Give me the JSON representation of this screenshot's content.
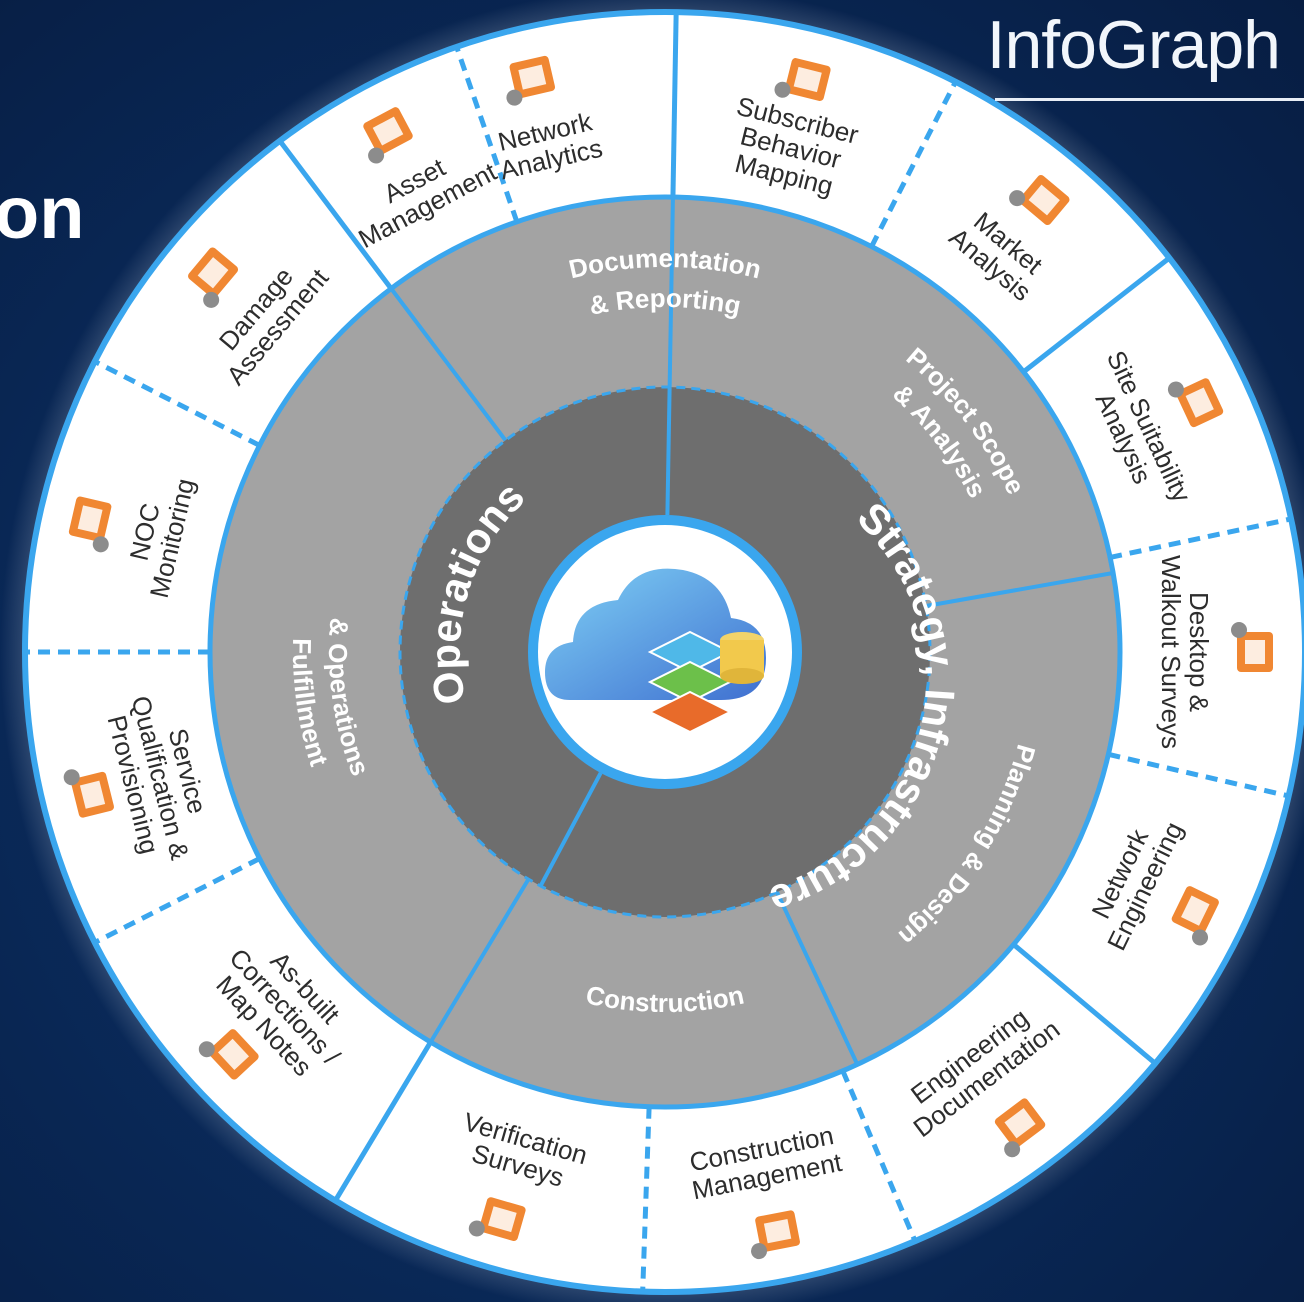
{
  "brand": {
    "name": "InfoGraph"
  },
  "heading_fragment": "on",
  "inner_ring": [
    {
      "label": "Operations"
    },
    {
      "label": "Strategy, Infrastructure"
    }
  ],
  "middle_ring": [
    {
      "label": "Documentation & Reporting"
    },
    {
      "label": "Project Scope & Analysis"
    },
    {
      "label": "Planning & Design"
    },
    {
      "label": "Construction"
    },
    {
      "label": "Fulfillment & Operations"
    }
  ],
  "outer_ring": [
    {
      "label": "Network Analytics",
      "icon": "network-analytics-icon"
    },
    {
      "label": "Subscriber Behavior Mapping",
      "icon": "heatmap-icon"
    },
    {
      "label": "Market Analysis",
      "icon": "presentation-icon"
    },
    {
      "label": "Site Suitability Analysis",
      "icon": "tower-icon"
    },
    {
      "label": "Desktop & Walkout Surveys",
      "icon": "survey-desk-icon"
    },
    {
      "label": "Network Engineering",
      "icon": "engineer-desk-icon"
    },
    {
      "label": "Engineering Documentation",
      "icon": "blueprint-icon"
    },
    {
      "label": "Construction Management",
      "icon": "construction-worker-icon"
    },
    {
      "label": "Verification Surveys",
      "icon": "tablet-icon"
    },
    {
      "label": "As-built Corrections / Map Notes",
      "icon": "team-tablet-icon"
    },
    {
      "label": "Service Qualification & Provisioning",
      "icon": "house-icon"
    },
    {
      "label": "NOC Monitoring",
      "icon": "monitoring-icon"
    },
    {
      "label": "Damage Assessment",
      "icon": "storm-icon"
    },
    {
      "label": "Asset Management",
      "icon": "cable-icon"
    }
  ],
  "colors": {
    "background": "#0a2b5c",
    "ring_border": "#3aa6ee",
    "outer_fill": "#ffffff",
    "middle_fill": "#a3a3a3",
    "inner_fill": "#6e6e6e",
    "accent": "#ee7a1c"
  },
  "center": {
    "icon": "cloud-data-layers-icon"
  }
}
